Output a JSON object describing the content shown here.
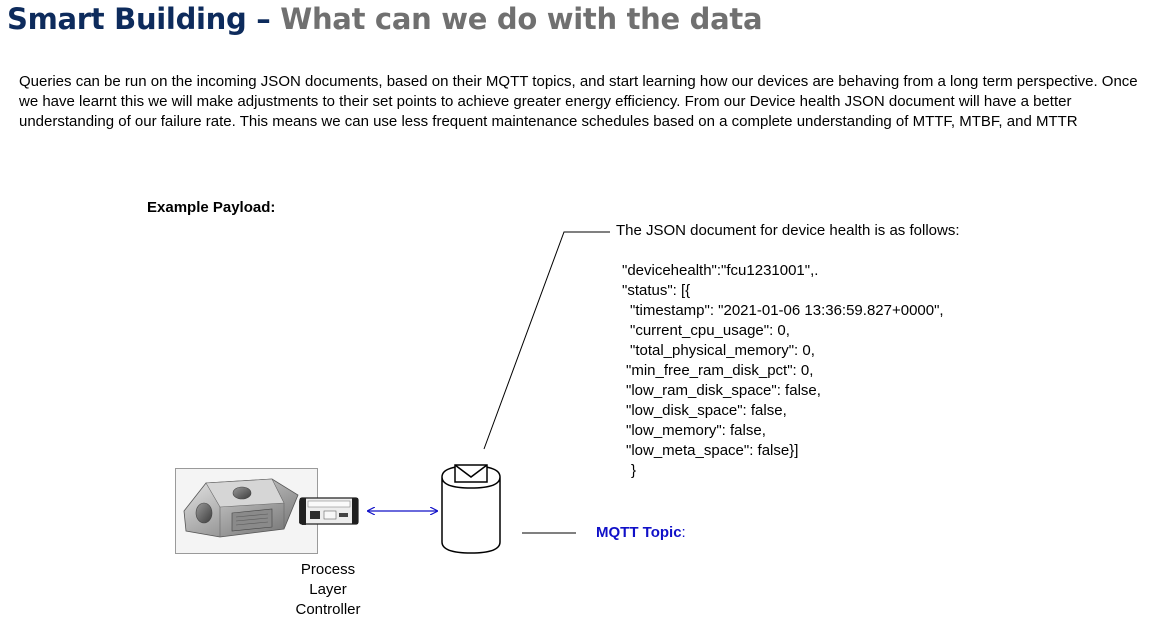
{
  "header": {
    "title_part1": "Smart Building – ",
    "title_part2": "What can we do with the data"
  },
  "intro_paragraph": "Queries can be run on the incoming JSON documents, based on their MQTT topics, and start learning how our devices are behaving from a long term perspective. Once we have learnt this we will make adjustments to their set points to achieve greater energy efficiency. From our Device health JSON document will have a better understanding of our failure rate. This means we can use less frequent maintenance schedules based on a complete understanding of MTTF, MTBF, and MTTR",
  "example_payload_label": "Example Payload:",
  "json_intro": "The JSON document for device health is as follows:",
  "json_lines": [
    "\"devicehealth\":\"fcu1231001\",.",
    "\"status\": [{",
    "  \"timestamp\": \"2021-01-06 13:36:59.827+0000\",",
    "  \"current_cpu_usage\": 0,",
    "  \"total_physical_memory\": 0,",
    "\"min_free_ram_disk_pct\": 0,",
    "\"low_ram_disk_space\": false,",
    "\"low_disk_space\": false,",
    "\"low_memory\": false,",
    "\"low_meta_space\": false}]",
    "}"
  ],
  "controller_label": [
    "Process",
    "Layer",
    "Controller"
  ],
  "mqtt_topic_label": "MQTT Topic",
  "mqtt_topic_colon": ":",
  "colors": {
    "title_primary": "#0d2b5c",
    "title_secondary": "#707070",
    "arrow": "#1010c8",
    "mqtt_label": "#1010c8"
  }
}
